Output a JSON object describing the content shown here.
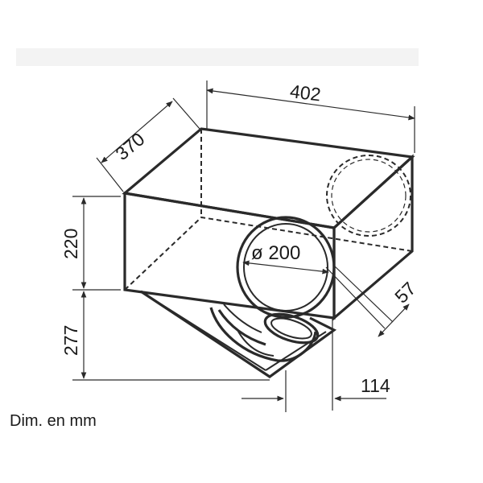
{
  "dimensions": {
    "width": "402",
    "depth": "370",
    "box_height": "220",
    "lower_height": "277",
    "outlet_diameter": "ø 200",
    "outlet_offset": "57",
    "base_offset": "114"
  },
  "caption": "Dim. en mm"
}
